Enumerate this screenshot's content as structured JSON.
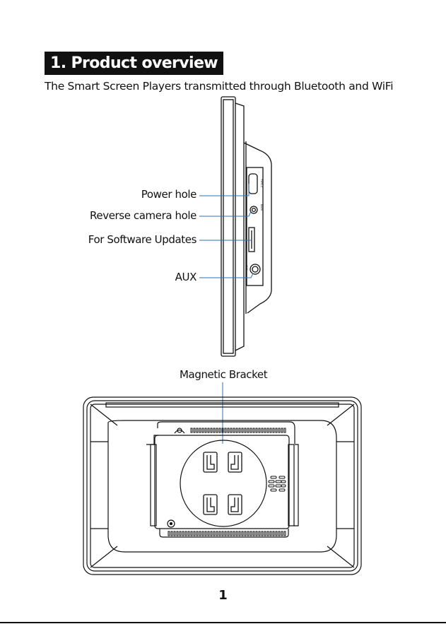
{
  "section": {
    "title": "1. Product overview"
  },
  "intro": "The Smart Screen Players transmitted through Bluetooth and WiFi",
  "callouts": {
    "power": "Power hole",
    "reverse_camera": "Reverse camera hole",
    "software": "For Software Updates",
    "aux": "AUX"
  },
  "bracket_label": "Magnetic Bracket",
  "page_number": "1",
  "port_labels": {
    "power": "TYPE-C",
    "camera": "BACK",
    "aux": "AUX"
  },
  "colors": {
    "line": "#111111",
    "callout_line": "#2f6fb7",
    "heading_bg": "#111111"
  }
}
